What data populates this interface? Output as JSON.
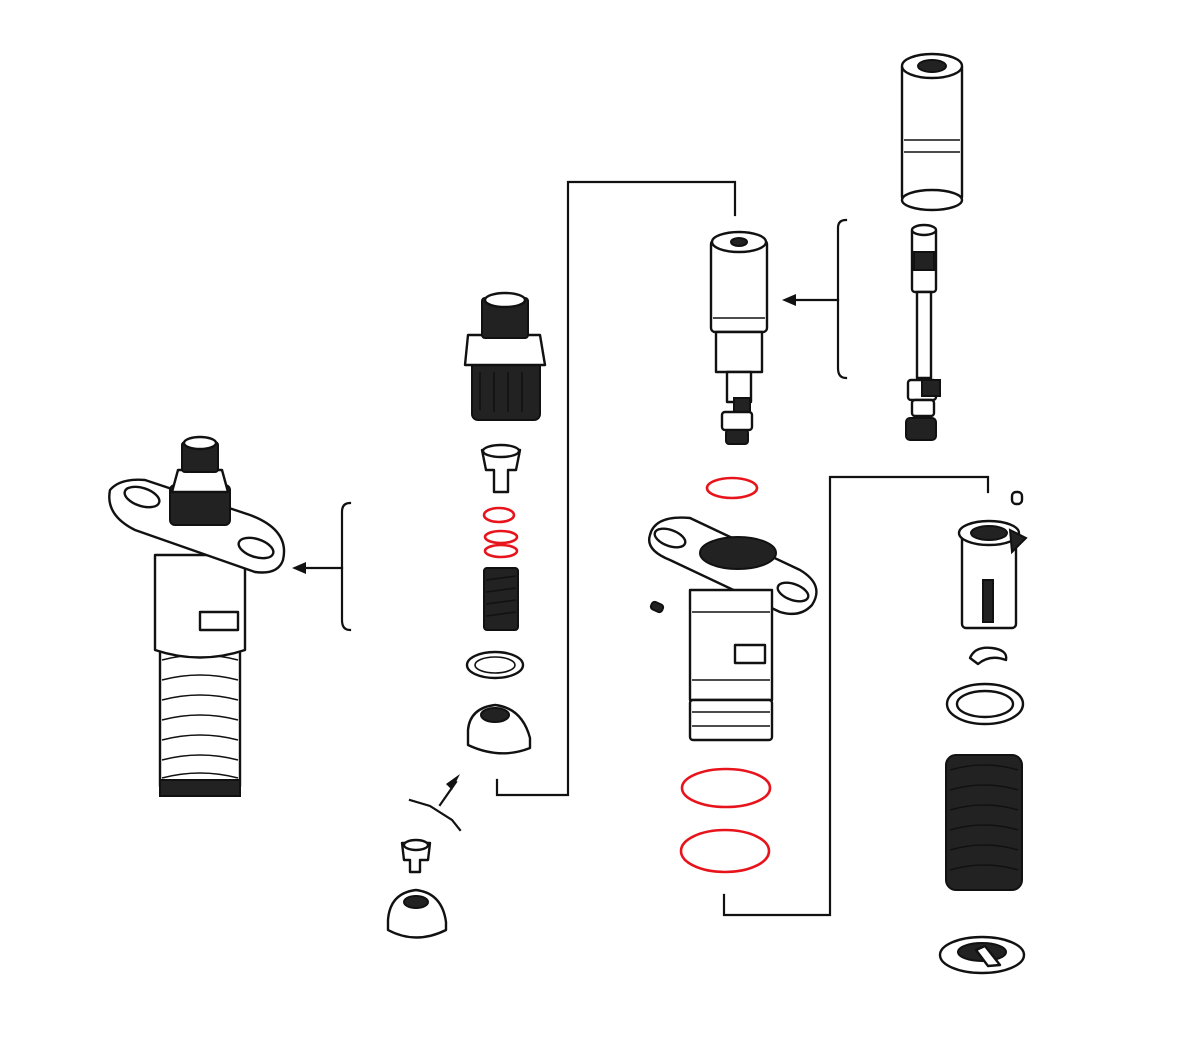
{
  "colors": {
    "ink": "#111111",
    "background": "#ffffff",
    "highlight_seal": "#e8141c"
  },
  "parts": {
    "assembled_pump": "injection-pump-assembly",
    "valve_stack": [
      "delivery-valve-holder",
      "delivery-valve",
      "o-ring",
      "o-ring-pair",
      "delivery-valve-spring",
      "gasket",
      "filler-piece"
    ],
    "alternate_valve": [
      "valve",
      "filler-piece"
    ],
    "barrel_group": [
      "plunger-barrel",
      "o-ring",
      "pump-housing-flange",
      "dowel-pin",
      "o-ring",
      "o-ring"
    ],
    "plunger_group": [
      "barrel",
      "plunger"
    ],
    "spring_group": [
      "control-sleeve",
      "pin",
      "snap-ring",
      "spring-seat",
      "plunger-spring",
      "lower-spring-seat"
    ]
  }
}
